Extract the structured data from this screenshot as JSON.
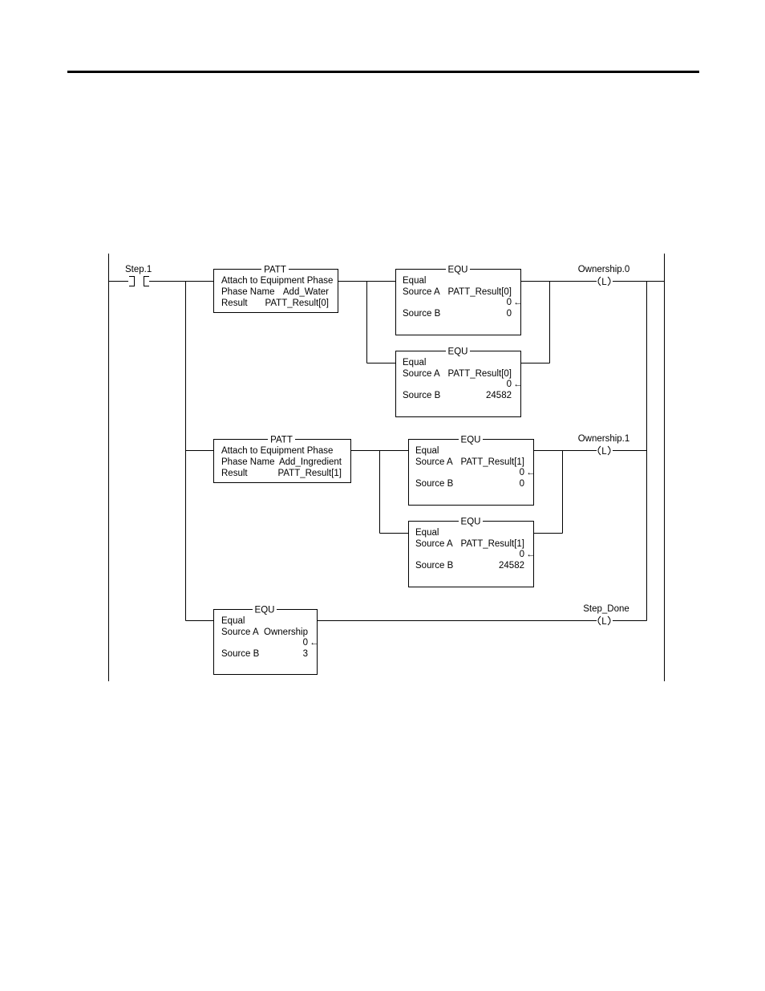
{
  "rung_input": {
    "tag": "Step.1"
  },
  "patt_1": {
    "mnemonic": "PATT",
    "title": "Attach to Equipment Phase",
    "phase_label": "Phase Name",
    "phase_value": "Add_Water",
    "result_label": "Result",
    "result_value": "PATT_Result[0]"
  },
  "equ_1a": {
    "mnemonic": "EQU",
    "title": "Equal",
    "source_a_label": "Source A",
    "source_a_value": "PATT_Result[0]",
    "source_a_live": "0",
    "arrow": "←",
    "source_b_label": "Source B",
    "source_b_value": "0"
  },
  "equ_1b": {
    "mnemonic": "EQU",
    "title": "Equal",
    "source_a_label": "Source A",
    "source_a_value": "PATT_Result[0]",
    "source_a_live": "0",
    "arrow": "←",
    "source_b_label": "Source B",
    "source_b_value": "24582"
  },
  "coil_1": {
    "tag": "Ownership.0",
    "symbol": "L"
  },
  "patt_2": {
    "mnemonic": "PATT",
    "title": "Attach to Equipment Phase",
    "phase_label": "Phase Name",
    "phase_value": "Add_Ingredient",
    "result_label": "Result",
    "result_value": "PATT_Result[1]"
  },
  "equ_2a": {
    "mnemonic": "EQU",
    "title": "Equal",
    "source_a_label": "Source A",
    "source_a_value": "PATT_Result[1]",
    "source_a_live": "0",
    "arrow": "←",
    "source_b_label": "Source B",
    "source_b_value": "0"
  },
  "equ_2b": {
    "mnemonic": "EQU",
    "title": "Equal",
    "source_a_label": "Source A",
    "source_a_value": "PATT_Result[1]",
    "source_a_live": "0",
    "arrow": "←",
    "source_b_label": "Source B",
    "source_b_value": "24582"
  },
  "coil_2": {
    "tag": "Ownership.1",
    "symbol": "L"
  },
  "equ_3": {
    "mnemonic": "EQU",
    "title": "Equal",
    "source_a_label": "Source A",
    "source_a_value": "Ownership",
    "source_a_live": "0",
    "arrow": "←",
    "source_b_label": "Source B",
    "source_b_value": "3"
  },
  "coil_3": {
    "tag": "Step_Done",
    "symbol": "L"
  }
}
